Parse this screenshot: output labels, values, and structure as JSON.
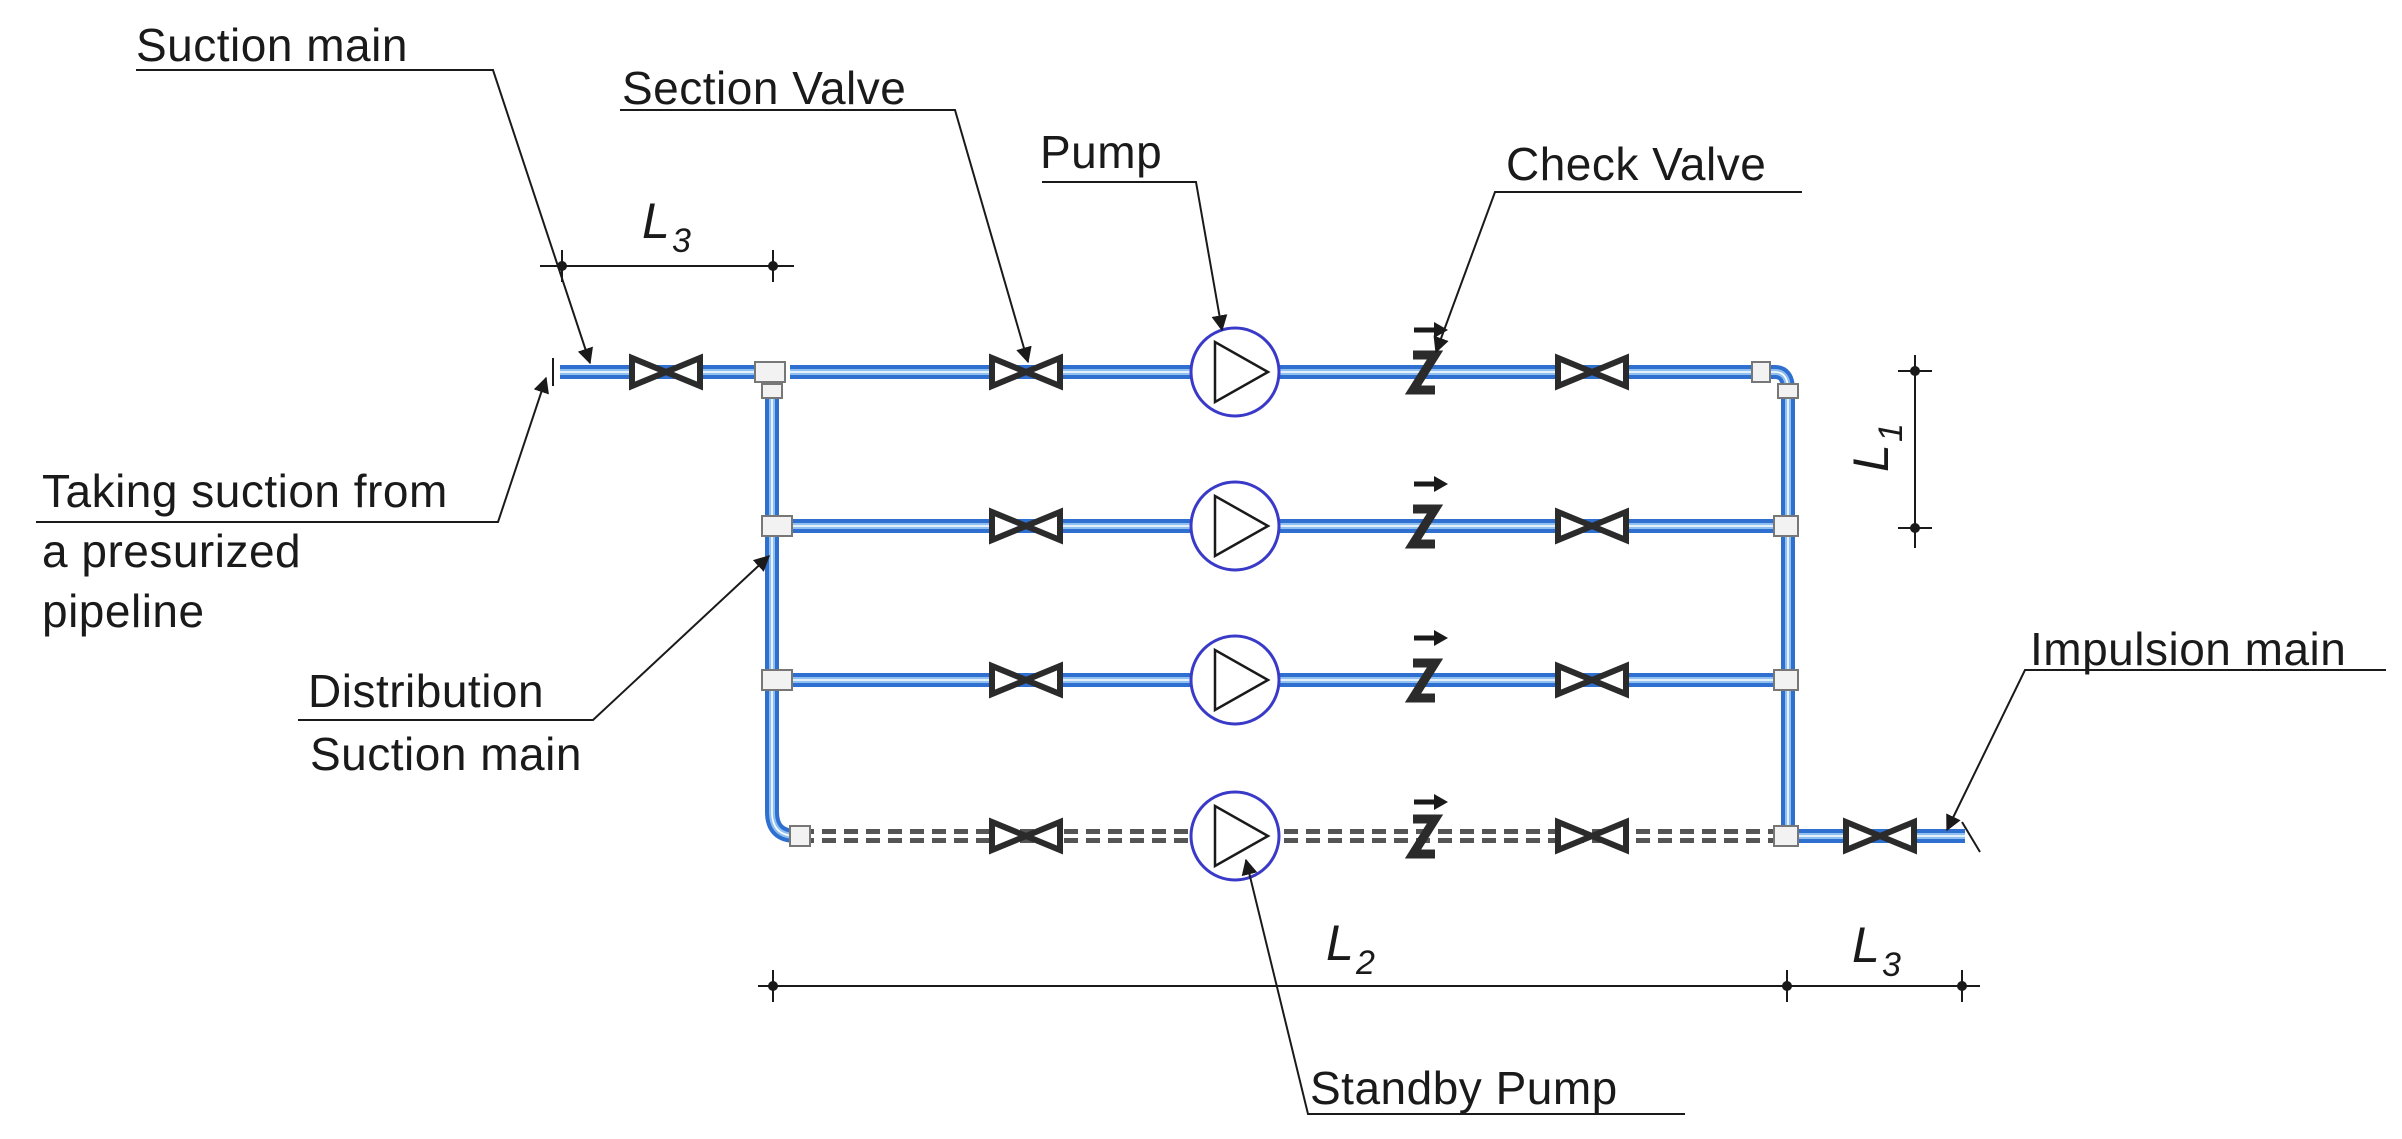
{
  "labels": {
    "suction_main": "Suction main",
    "section_valve": "Section Valve",
    "pump": "Pump",
    "check_valve": "Check Valve",
    "taking_suction_1": "Taking suction from",
    "taking_suction_2": "a presurized",
    "taking_suction_3": "pipeline",
    "distribution_1": "Distribution",
    "distribution_2": "Suction main",
    "impulsion_main": "Impulsion main",
    "standby_pump": "Standby Pump"
  },
  "dimensions": {
    "l3_top": {
      "letter": "L",
      "sub": "3"
    },
    "l1": {
      "letter": "L",
      "sub": "1"
    },
    "l2": {
      "letter": "L",
      "sub": "2"
    },
    "l3_bottom": {
      "letter": "L",
      "sub": "3"
    }
  },
  "colors": {
    "pipe": "#2f6fd0",
    "pipe_highlight": "#8fc0f0",
    "standby_pipe": "#555555",
    "pump_outline": "#3a3ac8",
    "ink": "#1a1a1a"
  },
  "rows": [
    {
      "role": "pump"
    },
    {
      "role": "pump"
    },
    {
      "role": "pump"
    },
    {
      "role": "standby-pump"
    }
  ]
}
